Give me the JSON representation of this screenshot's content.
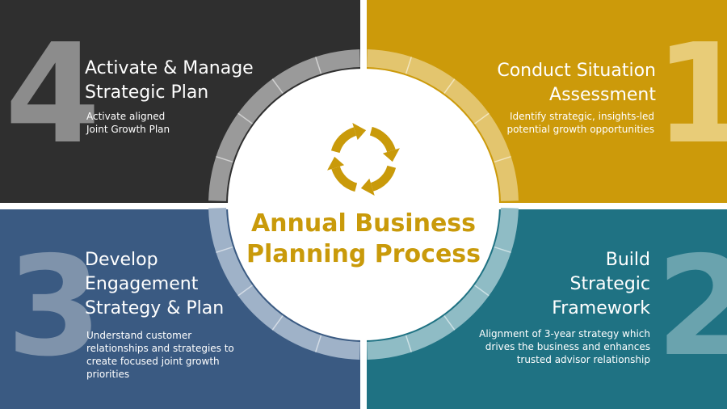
{
  "center": {
    "title_line1": "Annual Business",
    "title_line2": "Planning Process",
    "icon": "cycle-arrows-icon"
  },
  "steps": [
    {
      "number": "1",
      "title_line1": "Conduct Situation",
      "title_line2": "Assessment",
      "desc_line1": "Identify strategic, insights-led",
      "desc_line2": "potential growth opportunities"
    },
    {
      "number": "2",
      "title_line1": "Build",
      "title_line2": "Strategic",
      "title_line3": "Framework",
      "desc_line1": "Alignment of 3-year strategy which",
      "desc_line2": "drives the business and enhances",
      "desc_line3": "trusted advisor relationship"
    },
    {
      "number": "3",
      "title_line1": "Develop",
      "title_line2": "Engagement",
      "title_line3": "Strategy & Plan",
      "desc_line1": "Understand customer",
      "desc_line2": "relationships and  strategies to",
      "desc_line3": "create focused joint growth",
      "desc_line4": "priorities"
    },
    {
      "number": "4",
      "title_line1": "Activate & Manage",
      "title_line2": "Strategic Plan",
      "desc_line1": "Activate aligned",
      "desc_line2": "Joint Growth Plan"
    }
  ],
  "colors": {
    "step1": "#cc9a0a",
    "step2": "#1f7283",
    "step3": "#3a5a82",
    "step4": "#2f2f2f",
    "accent": "#c99a0a"
  }
}
